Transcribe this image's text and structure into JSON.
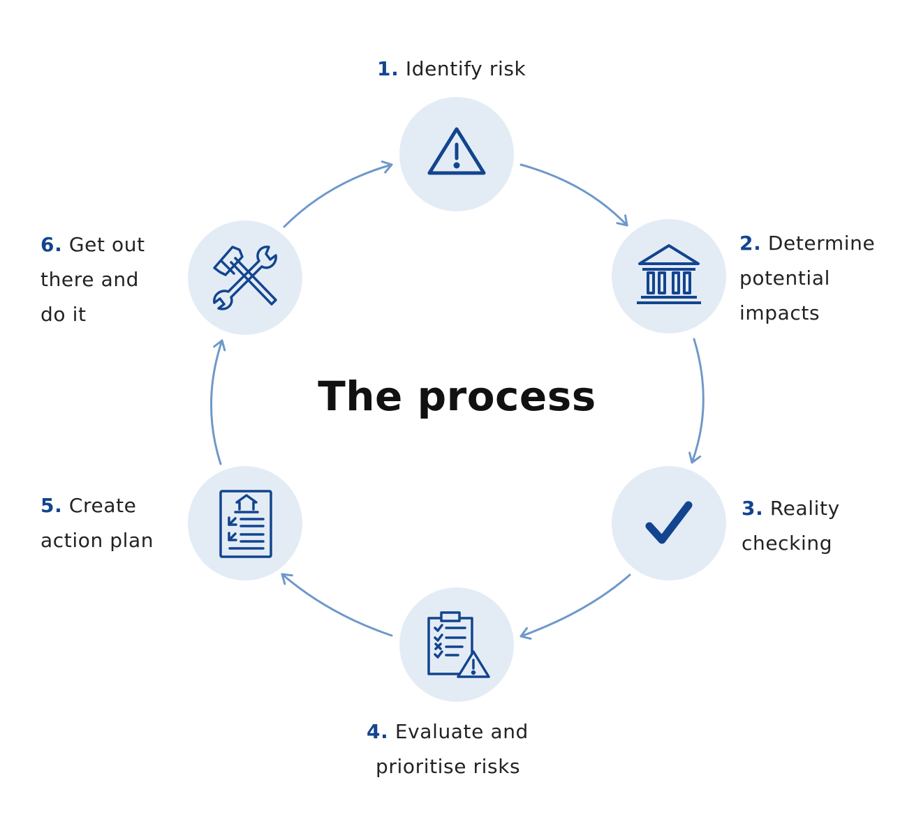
{
  "title": "The process",
  "colors": {
    "circle_fill": "#e3ecf5",
    "icon_stroke": "#13448f",
    "arrow": "#6e98c9",
    "number": "#13448f",
    "text": "#222222",
    "title": "#111111"
  },
  "steps": [
    {
      "number": "1.",
      "lines": [
        "Identify risk"
      ],
      "icon": "warning-triangle-icon"
    },
    {
      "number": "2.",
      "lines": [
        "Determine",
        "potential",
        "impacts"
      ],
      "icon": "institution-building-icon"
    },
    {
      "number": "3.",
      "lines": [
        "Reality",
        "checking"
      ],
      "icon": "checkmark-icon"
    },
    {
      "number": "4.",
      "lines": [
        "Evaluate and",
        "prioritise risks"
      ],
      "icon": "clipboard-warning-icon"
    },
    {
      "number": "5.",
      "lines": [
        "Create",
        "action plan"
      ],
      "icon": "action-plan-document-icon"
    },
    {
      "number": "6.",
      "lines": [
        "Get out",
        "there and",
        "do it"
      ],
      "icon": "wrench-hammer-icon"
    }
  ]
}
